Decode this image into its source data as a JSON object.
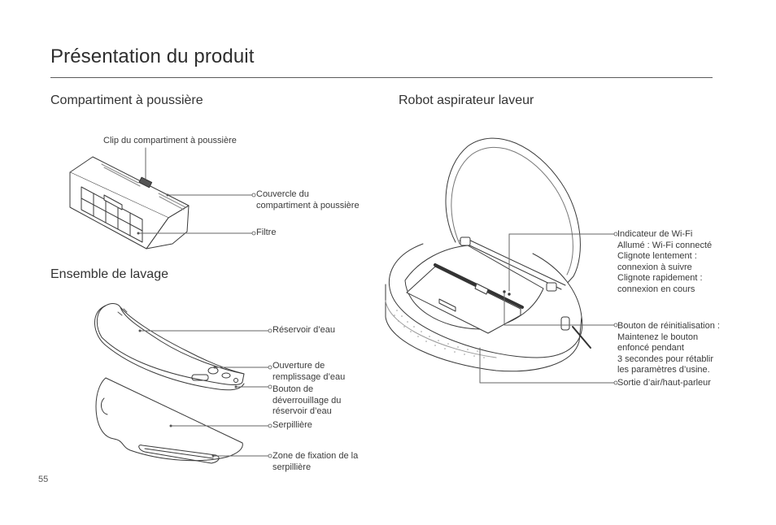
{
  "page": {
    "title": "Présentation du produit",
    "page_number": "55"
  },
  "sections": {
    "dust_compartment": {
      "heading": "Compartiment à poussière",
      "labels": {
        "clip": "Clip du compartiment à poussière",
        "cover": [
          "Couvercle du",
          "compartiment à poussière"
        ],
        "filter": "Filtre"
      }
    },
    "washing_set": {
      "heading": "Ensemble de lavage",
      "labels": {
        "tank": "Réservoir d’eau",
        "fill_opening": [
          "Ouverture de",
          "remplissage d’eau"
        ],
        "unlock_button": [
          "Bouton de",
          "déverrouillage du",
          "réservoir d’eau"
        ],
        "mop": "Serpillière",
        "mop_zone": [
          "Zone de fixation de la",
          "serpillière"
        ]
      }
    },
    "robot": {
      "heading": "Robot aspirateur laveur",
      "labels": {
        "wifi": [
          "Indicateur de Wi-Fi",
          "Allumé : Wi-Fi connecté",
          "Clignote lentement :",
          "connexion à suivre",
          "Clignote rapidement :",
          "connexion en cours"
        ],
        "reset": [
          "Bouton de réinitialisation :",
          "Maintenez le bouton",
          "enfoncé pendant",
          "3 secondes pour rétablir",
          "les paramètres d’usine."
        ],
        "air_outlet": "Sortie d’air/haut-parleur"
      }
    }
  }
}
